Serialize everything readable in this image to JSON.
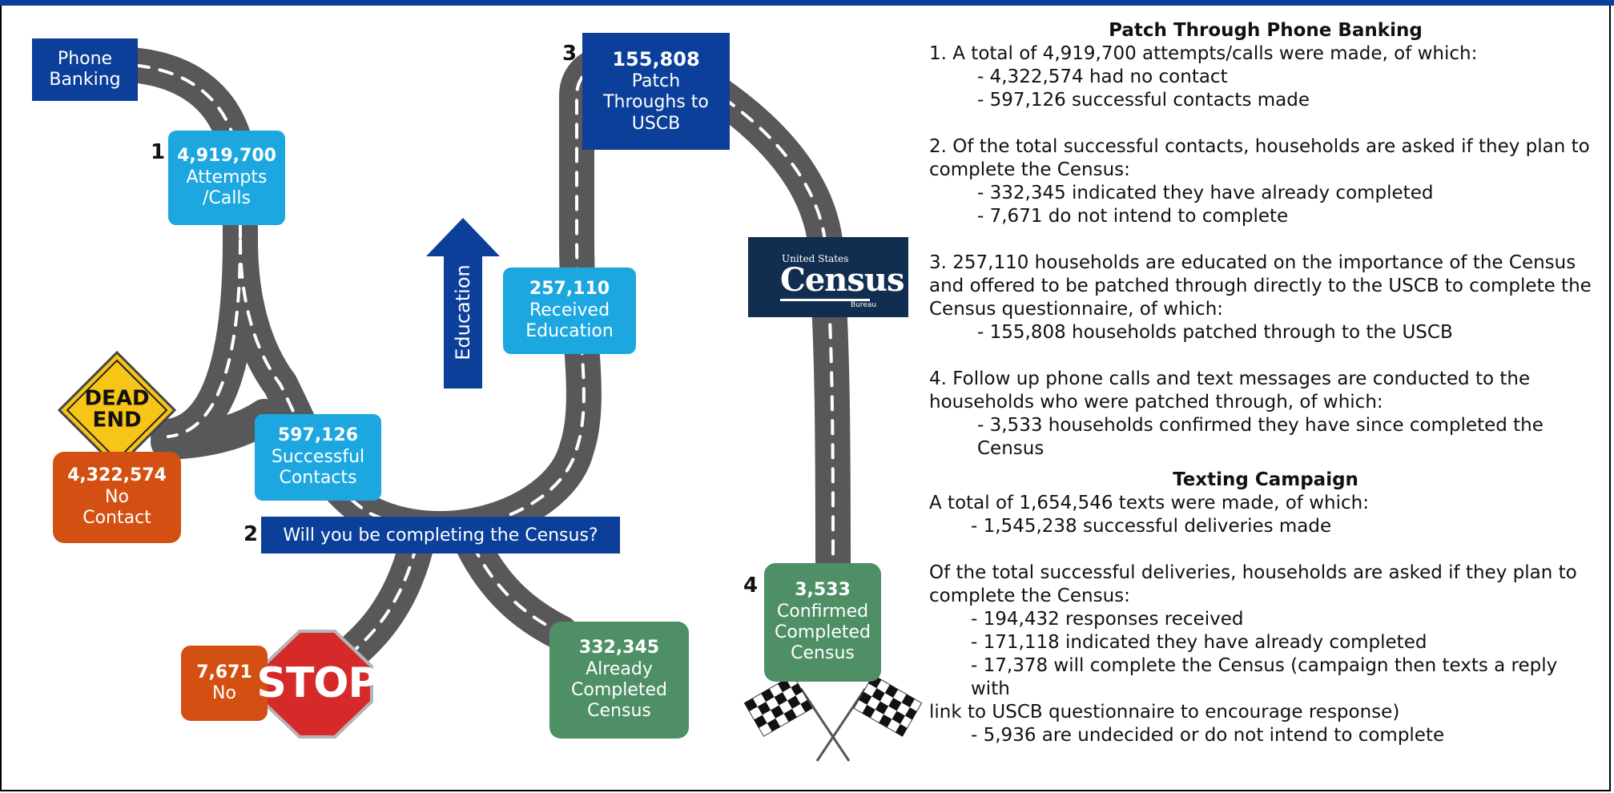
{
  "roadmap": {
    "start": {
      "line1": "Phone",
      "line2": "Banking"
    },
    "attempts": {
      "num": "4,919,700",
      "line1": "Attempts",
      "line2": "/Calls"
    },
    "successful": {
      "num": "597,126",
      "line1": "Successful",
      "line2": "Contacts"
    },
    "no_contact": {
      "num": "4,322,574",
      "line1": "No",
      "line2": "Contact"
    },
    "dead_end": {
      "line1": "DEAD",
      "line2": "END"
    },
    "question": "Will you be completing the Census?",
    "no": {
      "num": "7,671",
      "line1": "No"
    },
    "stop": "STOP",
    "already": {
      "num": "332,345",
      "line1": "Already",
      "line2": "Completed",
      "line3": "Census"
    },
    "education_arrow": "Education",
    "received": {
      "num": "257,110",
      "line1": "Received",
      "line2": "Education"
    },
    "patch": {
      "num": "155,808",
      "line1": "Patch",
      "line2": "Throughs to",
      "line3": "USCB"
    },
    "census_logo": {
      "small": "United States",
      "big": "Census",
      "bureau": "Bureau"
    },
    "confirmed": {
      "num": "3,533",
      "line1": "Confirmed",
      "line2": "Completed",
      "line3": "Census"
    },
    "step_numbers": [
      "1",
      "2",
      "3",
      "4"
    ]
  },
  "text_panel": {
    "phone_heading": "Patch Through Phone Banking",
    "p1": "1. A total of 4,919,700 attempts/calls were made, of which:",
    "p1a": "- 4,322,574 had no contact",
    "p1b": "- 597,126 successful contacts made",
    "p2_l1": "2. Of the total successful contacts, households are asked if they plan to",
    "p2_l2": "complete the Census:",
    "p2a": "- 332,345 indicated they have already completed",
    "p2b": "- 7,671 do not intend to complete",
    "p3_l1": "3. 257,110 households are educated on the importance of the Census",
    "p3_l2": "and offered to be patched through directly to the USCB to complete the",
    "p3_l3": "Census questionnaire, of which:",
    "p3a": "- 155,808 households patched through to the USCB",
    "p4_l1": "4. Follow up phone calls and text messages are conducted to the",
    "p4_l2": "households who were patched through, of which:",
    "p4a_l1": "- 3,533 households confirmed they have since completed the",
    "p4a_l2": "Census",
    "text_heading": "Texting Campaign",
    "t1": "A total of 1,654,546 texts were made, of which:",
    "t1a": "- 1,545,238 successful deliveries made",
    "t2_l1": "Of the total successful deliveries, households are asked if they plan to",
    "t2_l2": "complete the Census:",
    "t2a": "- 194,432 responses received",
    "t2b": "- 171,118 indicated they have already completed",
    "t2c_l1": "- 17,378 will complete the Census (campaign then texts a reply with",
    "t2c_l2": "link to USCB questionnaire to encourage response)",
    "t2d": "- 5,936 are undecided or do not intend to complete"
  }
}
